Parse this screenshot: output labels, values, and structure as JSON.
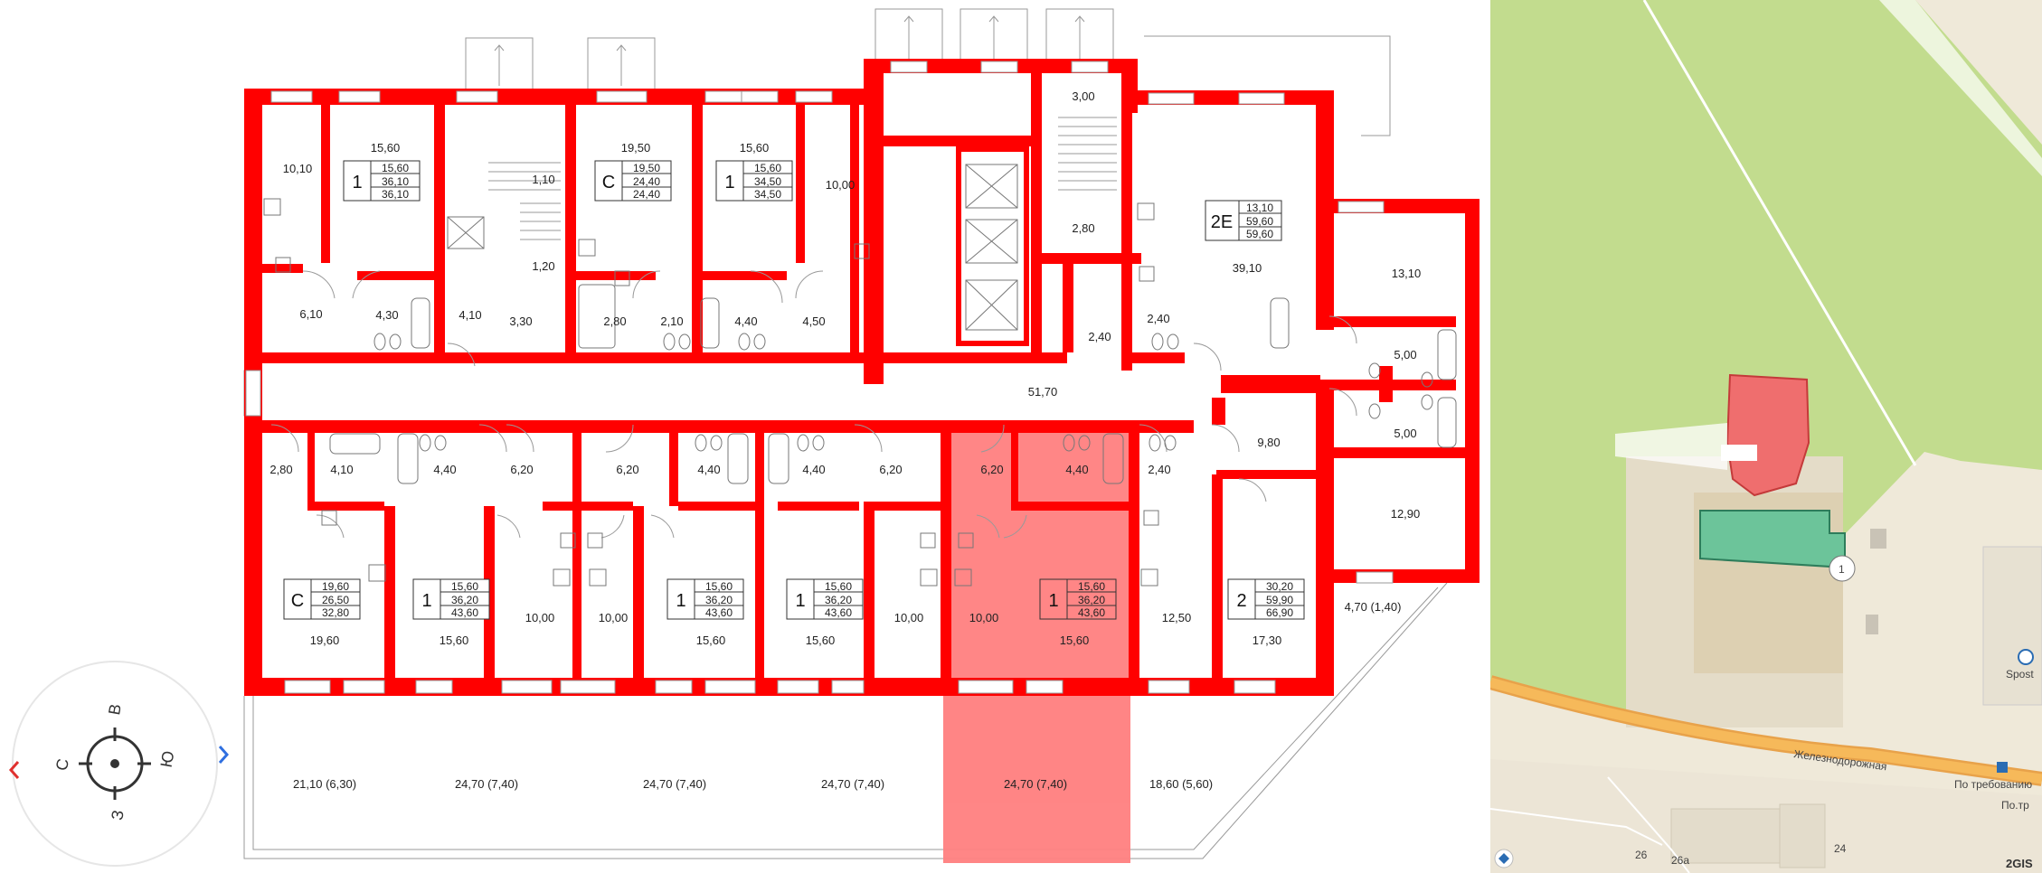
{
  "floor_plan": {
    "wall_color": "#ff0000",
    "highlight_color": "#ff7f7f",
    "rooms": [
      {
        "id": "r1",
        "label": "10,10"
      },
      {
        "id": "r2",
        "label": "15,60"
      },
      {
        "id": "r3",
        "label": "1,10"
      },
      {
        "id": "r4",
        "label": "19,50"
      },
      {
        "id": "r5",
        "label": "15,60"
      },
      {
        "id": "r6",
        "label": "10,00"
      },
      {
        "id": "r7",
        "label": "3,00"
      },
      {
        "id": "r8",
        "label": "2,80"
      },
      {
        "id": "r9",
        "label": "39,10"
      },
      {
        "id": "r10",
        "label": "13,10"
      },
      {
        "id": "r11",
        "label": "1,20"
      },
      {
        "id": "r12",
        "label": "6,10"
      },
      {
        "id": "r13",
        "label": "4,30"
      },
      {
        "id": "r14",
        "label": "4,10"
      },
      {
        "id": "r15",
        "label": "3,30"
      },
      {
        "id": "r16",
        "label": "2,80"
      },
      {
        "id": "r17",
        "label": "2,10"
      },
      {
        "id": "r18",
        "label": "4,40"
      },
      {
        "id": "r19",
        "label": "4,50"
      },
      {
        "id": "r20",
        "label": "2,40"
      },
      {
        "id": "r21",
        "label": "2,40"
      },
      {
        "id": "r22",
        "label": "5,00"
      },
      {
        "id": "r23",
        "label": "51,70"
      },
      {
        "id": "r24",
        "label": "5,00"
      },
      {
        "id": "r25",
        "label": "9,80"
      },
      {
        "id": "r26",
        "label": "2,80"
      },
      {
        "id": "r27",
        "label": "4,10"
      },
      {
        "id": "r28",
        "label": "4,40"
      },
      {
        "id": "r29",
        "label": "6,20"
      },
      {
        "id": "r30",
        "label": "6,20"
      },
      {
        "id": "r31",
        "label": "4,40"
      },
      {
        "id": "r32",
        "label": "4,40"
      },
      {
        "id": "r33",
        "label": "6,20"
      },
      {
        "id": "r34",
        "label": "6,20"
      },
      {
        "id": "r35",
        "label": "4,40"
      },
      {
        "id": "r36",
        "label": "2,40"
      },
      {
        "id": "r37",
        "label": "12,90"
      },
      {
        "id": "r38",
        "label": "10,00"
      },
      {
        "id": "r39",
        "label": "10,00"
      },
      {
        "id": "r40",
        "label": "10,00"
      },
      {
        "id": "r41",
        "label": "10,00"
      },
      {
        "id": "r42",
        "label": "12,50"
      },
      {
        "id": "r43",
        "label": "4,70 (1,40)"
      },
      {
        "id": "r44",
        "label": "19,60"
      },
      {
        "id": "r45",
        "label": "15,60"
      },
      {
        "id": "r46",
        "label": "15,60"
      },
      {
        "id": "r47",
        "label": "15,60"
      },
      {
        "id": "r48",
        "label": "15,60"
      },
      {
        "id": "r49",
        "label": "17,30"
      },
      {
        "id": "r50",
        "label": "21,10 (6,30)"
      },
      {
        "id": "r51",
        "label": "24,70 (7,40)"
      },
      {
        "id": "r52",
        "label": "24,70 (7,40)"
      },
      {
        "id": "r53",
        "label": "24,70 (7,40)"
      },
      {
        "id": "r54",
        "label": "24,70 (7,40)"
      },
      {
        "id": "r55",
        "label": "18,60 (5,60)"
      }
    ],
    "apartments": [
      {
        "id": "a1",
        "rooms": "1",
        "areas": [
          "15,60",
          "36,10",
          "36,10"
        ]
      },
      {
        "id": "a2",
        "rooms": "С",
        "areas": [
          "19,50",
          "24,40",
          "24,40"
        ]
      },
      {
        "id": "a3",
        "rooms": "1",
        "areas": [
          "15,60",
          "34,50",
          "34,50"
        ]
      },
      {
        "id": "a4",
        "rooms": "2Е",
        "areas": [
          "13,10",
          "59,60",
          "59,60"
        ]
      },
      {
        "id": "a5",
        "rooms": "С",
        "areas": [
          "19,60",
          "26,50",
          "32,80"
        ]
      },
      {
        "id": "a6",
        "rooms": "1",
        "areas": [
          "15,60",
          "36,20",
          "43,60"
        ]
      },
      {
        "id": "a7",
        "rooms": "1",
        "areas": [
          "15,60",
          "36,20",
          "43,60"
        ]
      },
      {
        "id": "a8",
        "rooms": "1",
        "areas": [
          "15,60",
          "36,20",
          "43,60"
        ]
      },
      {
        "id": "a9",
        "rooms": "1",
        "areas": [
          "15,60",
          "36,20",
          "43,60"
        ],
        "selected": true
      },
      {
        "id": "a10",
        "rooms": "2",
        "areas": [
          "30,20",
          "59,90",
          "66,90"
        ]
      }
    ]
  },
  "compass": {
    "north": "С",
    "east": "В",
    "south": "Ю",
    "west": "З",
    "prev_icon": "chevron-left-icon",
    "next_icon": "chevron-right-icon"
  },
  "map": {
    "street": "Железнодорожная",
    "stop1": "По требованию",
    "stop2": "По.тр",
    "house_numbers": [
      "26",
      "26а",
      "24"
    ],
    "shop": "Spost",
    "marker": "1",
    "logo": "2GIS",
    "colors": {
      "forest": "#c2dc8e",
      "ground": "#efe9d9",
      "road": "#f5a623",
      "building_green": "#6cc49a",
      "building_red": "#ef6e6e"
    }
  }
}
